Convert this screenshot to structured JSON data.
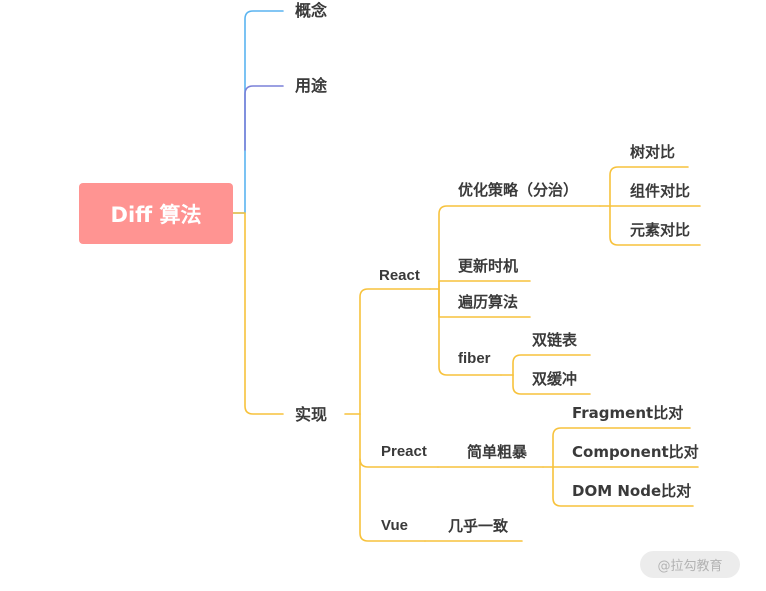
{
  "root": {
    "label": "Diff 算法"
  },
  "branches": {
    "concept": "概念",
    "usage": "用途",
    "implementation": "实现"
  },
  "react": {
    "label": "React",
    "strategy": "优化策略（分治）",
    "strategy_items": [
      "树对比",
      "组件对比",
      "元素对比"
    ],
    "update_timing": "更新时机",
    "traversal": "遍历算法",
    "fiber": "fiber",
    "fiber_items": [
      "双链表",
      "双缓冲"
    ]
  },
  "preact": {
    "label": "Preact",
    "approach": "简单粗暴",
    "items": [
      "Fragment比对",
      "Component比对",
      "DOM Node比对"
    ]
  },
  "vue": {
    "label": "Vue",
    "approach": "几乎一致"
  },
  "watermark": "@拉勾教育",
  "colors": {
    "root_fill": "#ff9492",
    "concept_line": "#5ab4f0",
    "usage_line": "#7a80d8",
    "implementation_line": "#f7c23c"
  }
}
